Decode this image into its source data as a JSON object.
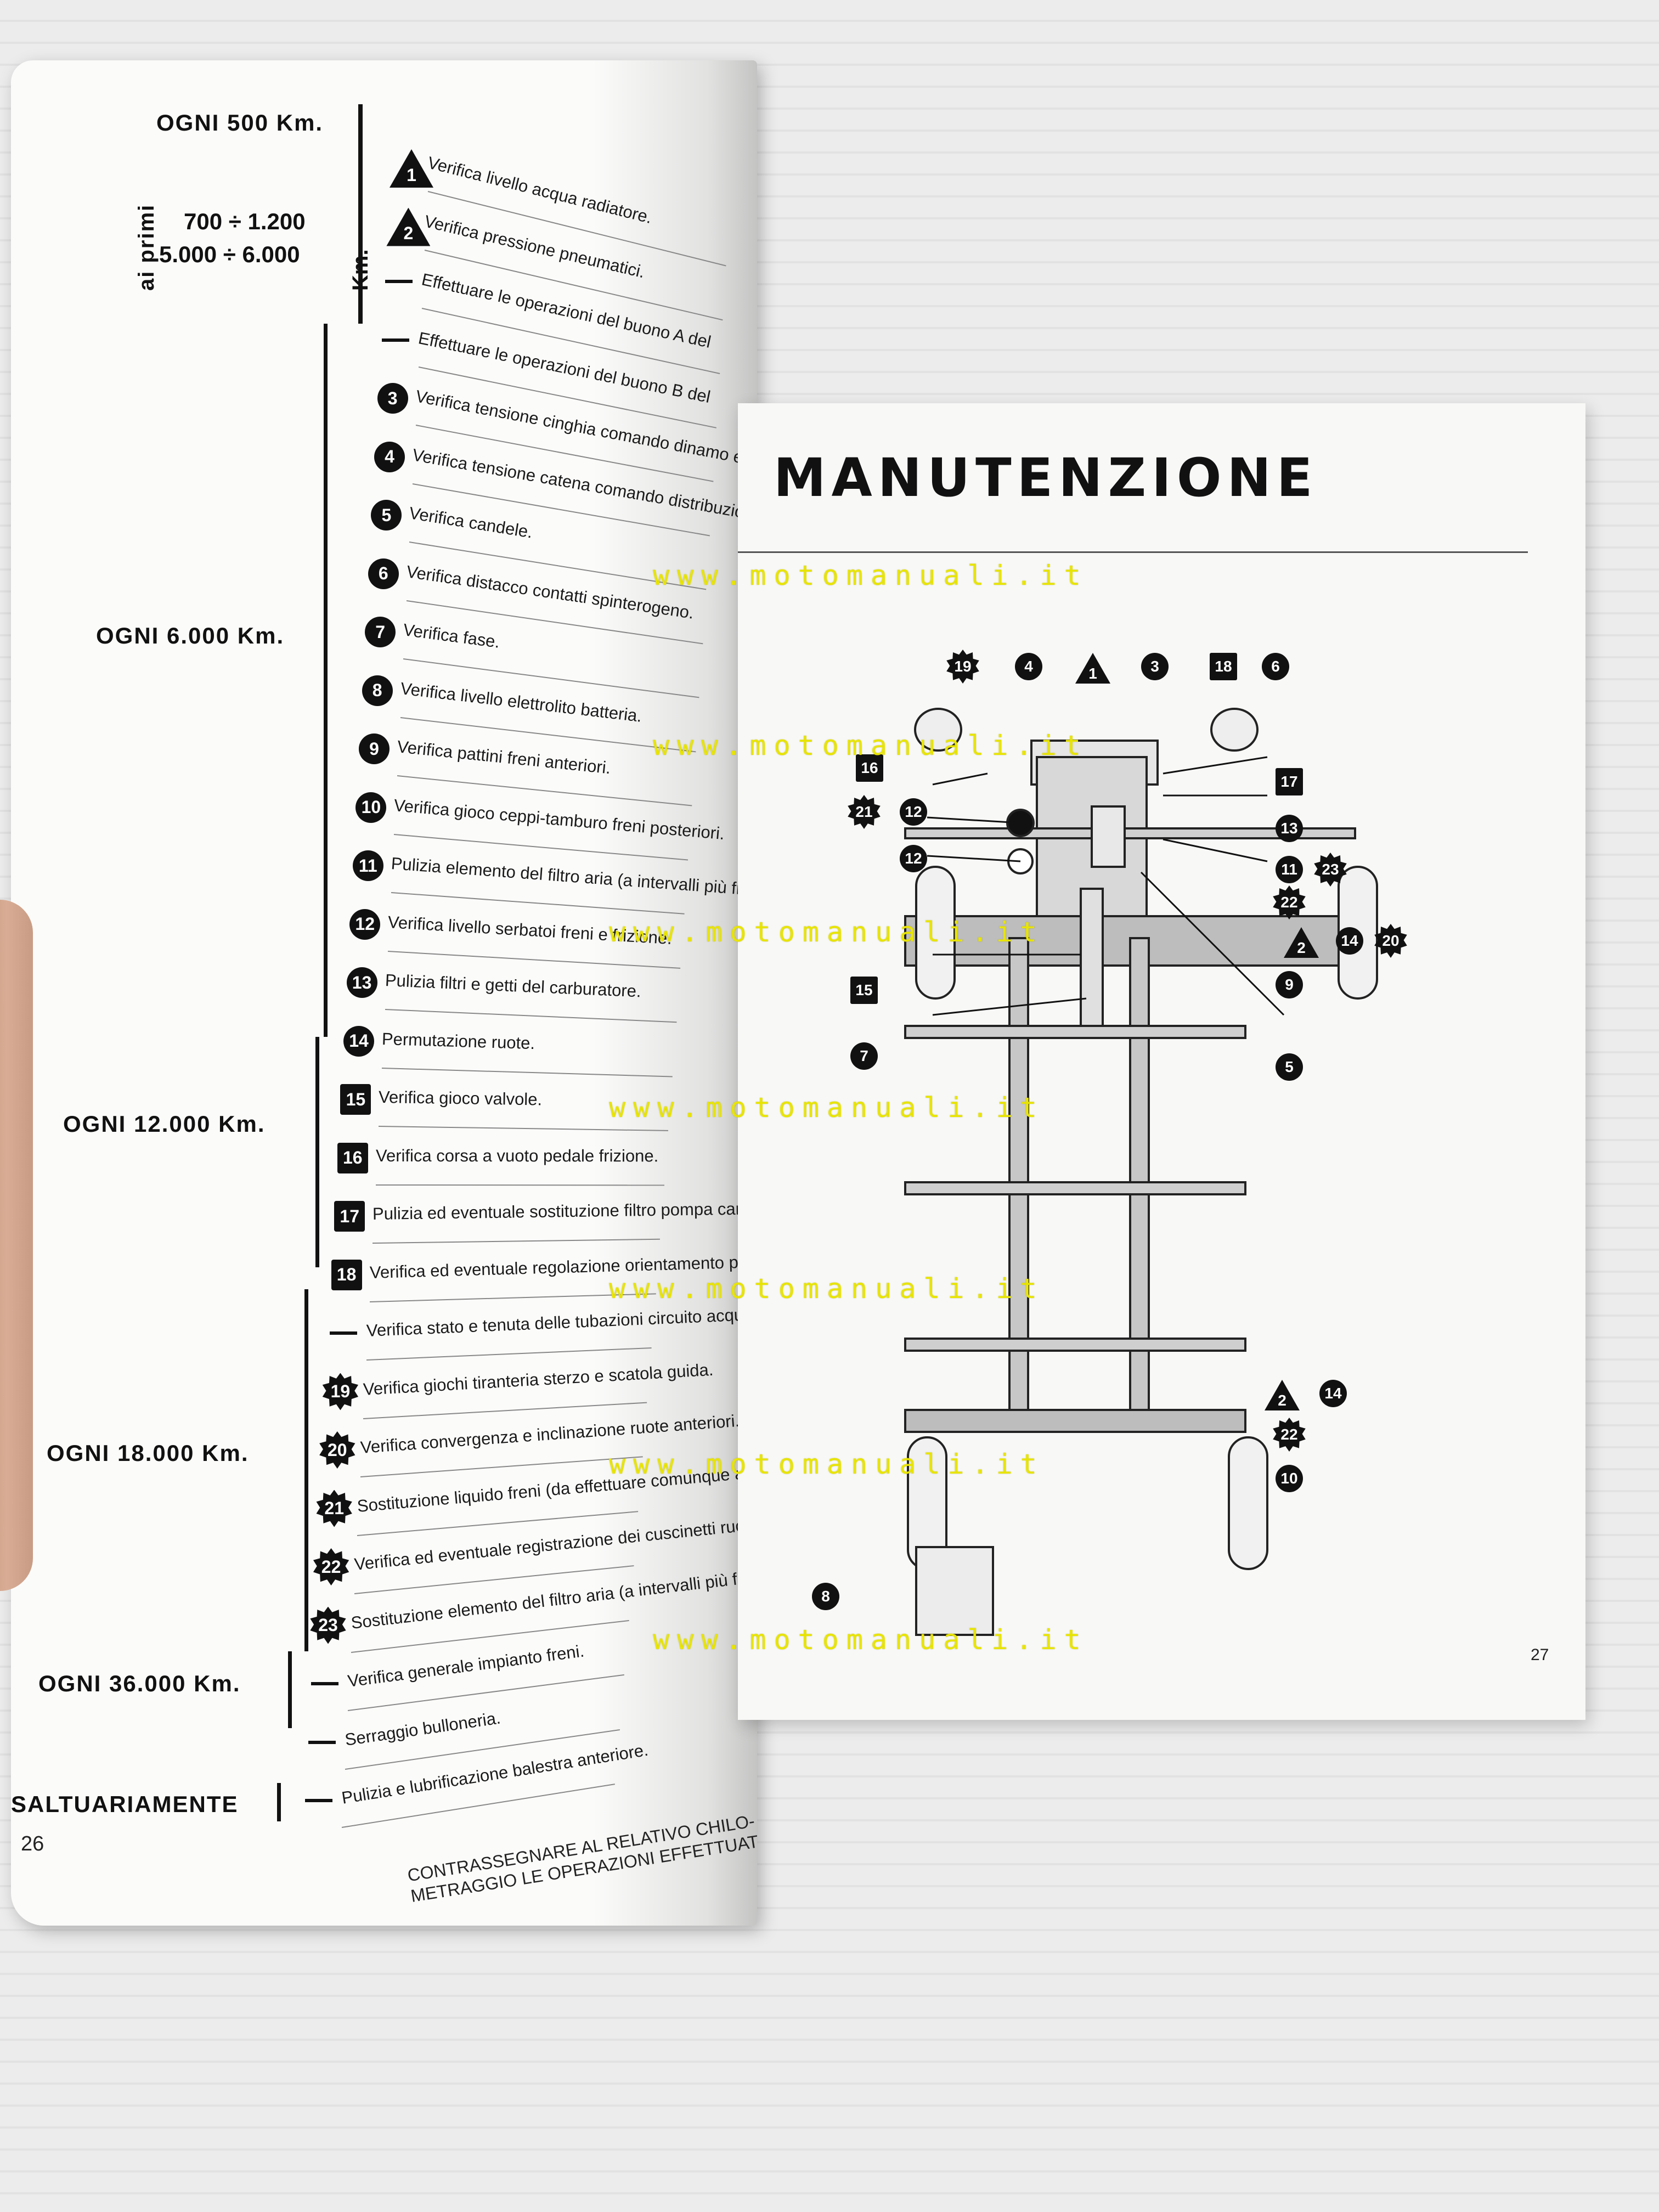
{
  "left_page": {
    "page_number": "26",
    "first_interval": {
      "label": "OGNI 500 Km.",
      "ai_primi": "ai primi",
      "range1": "700 ÷ 1.200",
      "range2": "5.000 ÷ 6.000",
      "km": "Km."
    },
    "intervals": [
      {
        "label": "OGNI 6.000 Km."
      },
      {
        "label": "OGNI 12.000 Km."
      },
      {
        "label": "OGNI 18.000 Km."
      },
      {
        "label": "OGNI 36.000 Km."
      },
      {
        "label": "SALTUARIAMENTE"
      }
    ],
    "operations": [
      {
        "mark": "1",
        "shape": "triangle",
        "text": "Verifica livello acqua radiatore."
      },
      {
        "mark": "2",
        "shape": "triangle",
        "text": "Verifica pressione pneumatici."
      },
      {
        "mark": "",
        "shape": "dash",
        "text": "Effettuare le operazioni del buono A del"
      },
      {
        "mark": "",
        "shape": "dash",
        "text": "Effettuare le operazioni del buono B del"
      },
      {
        "mark": "3",
        "shape": "circle",
        "text": "Verifica tensione cinghia comando dinamo e ventilatore."
      },
      {
        "mark": "4",
        "shape": "circle",
        "text": "Verifica tensione catena comando distribuzione."
      },
      {
        "mark": "5",
        "shape": "circle",
        "text": "Verifica candele."
      },
      {
        "mark": "6",
        "shape": "circle",
        "text": "Verifica distacco contatti spinterogeno."
      },
      {
        "mark": "7",
        "shape": "circle",
        "text": "Verifica fase."
      },
      {
        "mark": "8",
        "shape": "circle",
        "text": "Verifica livello elettrolito batteria."
      },
      {
        "mark": "9",
        "shape": "circle",
        "text": "Verifica pattini freni anteriori."
      },
      {
        "mark": "10",
        "shape": "circle",
        "text": "Verifica gioco ceppi-tamburo freni posteriori."
      },
      {
        "mark": "11",
        "shape": "circle",
        "text": "Pulizia elemento del filtro aria (a intervalli più frequenti per percorsi abituali su strade polverose)."
      },
      {
        "mark": "12",
        "shape": "circle",
        "text": "Verifica livello serbatoi freni e frizione."
      },
      {
        "mark": "13",
        "shape": "circle",
        "text": "Pulizia filtri e getti del carburatore."
      },
      {
        "mark": "14",
        "shape": "circle",
        "text": "Permutazione ruote."
      },
      {
        "mark": "15",
        "shape": "square",
        "text": "Verifica gioco valvole."
      },
      {
        "mark": "16",
        "shape": "square",
        "text": "Verifica corsa a vuoto pedale frizione."
      },
      {
        "mark": "17",
        "shape": "square",
        "text": "Pulizia ed eventuale sostituzione filtro pompa carburante."
      },
      {
        "mark": "18",
        "shape": "square",
        "text": "Verifica ed eventuale regolazione orientamento proiettori."
      },
      {
        "mark": "",
        "shape": "dash",
        "text": "Verifica stato e tenuta delle tubazioni circuito acqua."
      },
      {
        "mark": "19",
        "shape": "star",
        "text": "Verifica giochi tiranteria sterzo e scatola guida."
      },
      {
        "mark": "20",
        "shape": "star",
        "text": "Verifica convergenza e inclinazione ruote anteriori."
      },
      {
        "mark": "21",
        "shape": "star",
        "text": "Sostituzione liquido freni (da effettuare comunque almeno una volta l'anno)."
      },
      {
        "mark": "22",
        "shape": "star",
        "text": "Verifica ed eventuale registrazione dei cuscinetti ruote anteriori e posteriori."
      },
      {
        "mark": "23",
        "shape": "star",
        "text": "Sostituzione elemento del filtro aria (a intervalli più frequenti per percorsi abituali su strade polverose)."
      },
      {
        "mark": "",
        "shape": "dash",
        "text": "Verifica generale impianto freni."
      },
      {
        "mark": "",
        "shape": "dash",
        "text": "Serraggio bulloneria."
      },
      {
        "mark": "",
        "shape": "dash",
        "text": "Pulizia e lubrificazione balestra anteriore."
      }
    ],
    "footer_line1": "CONTRASSEGNARE AL RELATIVO CHILO-",
    "footer_line2": "METRAGGIO LE OPERAZIONI EFFETTUATE"
  },
  "right_page": {
    "title": "MANUTENZIONE",
    "page_number": "27",
    "diagram_labels": [
      {
        "id": "19",
        "shape": "star"
      },
      {
        "id": "4",
        "shape": "circle"
      },
      {
        "id": "1",
        "shape": "triangle"
      },
      {
        "id": "3",
        "shape": "circle"
      },
      {
        "id": "18",
        "shape": "square"
      },
      {
        "id": "6",
        "shape": "circle"
      },
      {
        "id": "16",
        "shape": "square"
      },
      {
        "id": "17",
        "shape": "square"
      },
      {
        "id": "21",
        "shape": "star"
      },
      {
        "id": "12",
        "shape": "circle"
      },
      {
        "id": "13",
        "shape": "circle"
      },
      {
        "id": "12",
        "shape": "circle"
      },
      {
        "id": "11",
        "shape": "circle"
      },
      {
        "id": "23",
        "shape": "star"
      },
      {
        "id": "22",
        "shape": "star"
      },
      {
        "id": "2",
        "shape": "triangle"
      },
      {
        "id": "14",
        "shape": "circle"
      },
      {
        "id": "20",
        "shape": "star"
      },
      {
        "id": "9",
        "shape": "circle"
      },
      {
        "id": "15",
        "shape": "square"
      },
      {
        "id": "7",
        "shape": "circle"
      },
      {
        "id": "5",
        "shape": "circle"
      },
      {
        "id": "2",
        "shape": "triangle"
      },
      {
        "id": "14",
        "shape": "circle"
      },
      {
        "id": "22",
        "shape": "star"
      },
      {
        "id": "10",
        "shape": "circle"
      },
      {
        "id": "8",
        "shape": "circle"
      }
    ]
  },
  "watermark": "www.motomanuali.it",
  "colors": {
    "ink": "#111111",
    "paper": "#fbfbfa",
    "watermark": "#e8e400"
  }
}
